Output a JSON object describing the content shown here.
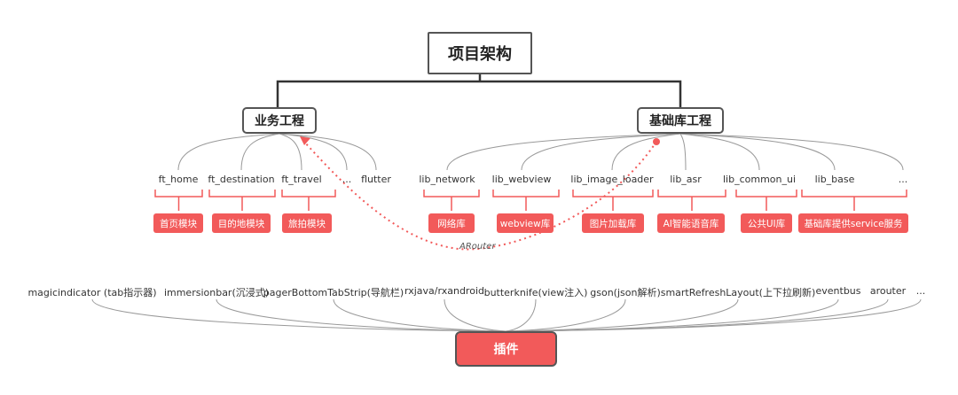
{
  "root": {
    "label": "项目架构"
  },
  "business": {
    "label": "业务工程",
    "modules": [
      {
        "name": "ft_home",
        "tag": "首页模块"
      },
      {
        "name": "ft_destination",
        "tag": "目的地模块"
      },
      {
        "name": "ft_travel",
        "tag": "旅拍模块"
      },
      {
        "name": "...",
        "tag": ""
      },
      {
        "name": "flutter",
        "tag": ""
      }
    ]
  },
  "libraries": {
    "label": "基础库工程",
    "modules": [
      {
        "name": "lib_network",
        "tag": "网络库"
      },
      {
        "name": "lib_webview",
        "tag": "webview库"
      },
      {
        "name": "lib_image_loader",
        "tag": "图片加载库"
      },
      {
        "name": "lib_asr",
        "tag": "AI智能语音库"
      },
      {
        "name": "lib_common_ui",
        "tag": "公共UI库"
      },
      {
        "name": "lib_base",
        "tag": "基础库提供service服务"
      },
      {
        "name": "...",
        "tag": ""
      }
    ]
  },
  "router_label": "ARouter",
  "plugins": {
    "label": "插件",
    "items": [
      "magicindicator (tab指示器)",
      "immersionbar(沉浸式)",
      "pagerBottomTabStrip(导航栏)",
      "rxjava/rxandroid",
      "butterknife(view注入)",
      "gson(json解析)",
      "smartRefreshLayout(上下拉刷新)",
      "eventbus",
      "arouter",
      "..."
    ]
  },
  "colors": {
    "accent": "#f25a5a",
    "line": "#555555",
    "tree": "#333333",
    "arc": "#999999"
  }
}
